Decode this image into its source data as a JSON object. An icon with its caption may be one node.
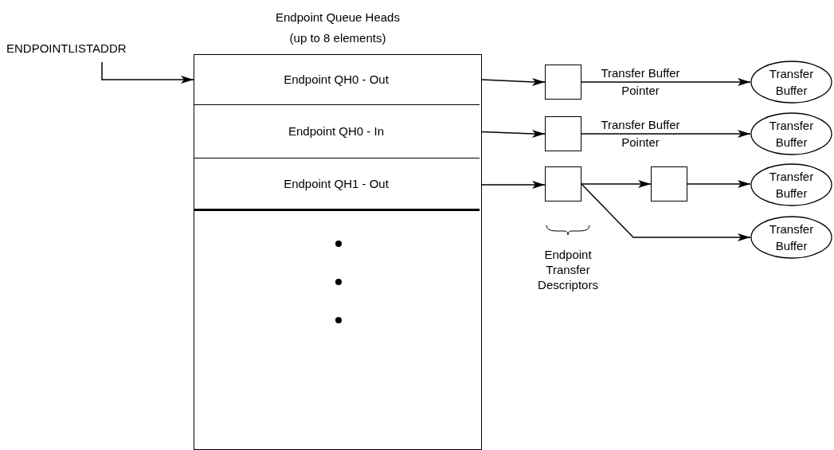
{
  "diagram": {
    "nodes": [
      {
        "text": [
          "ENDPOINTLISTADDR"
        ]
      },
      {
        "text": [
          "Endpoint Queue Heads (up to 8 elements)"
        ]
      },
      {
        "text": [
          "Endpoint QH0 - Out"
        ],
        "in": 1
      },
      {
        "text": [
          "Endpoint QH0 - In"
        ],
        "in": 1
      },
      {
        "text": [
          "Endpoint QH1 - Out"
        ],
        "in": 1
      },
      {
        "text": [],
        "shape": "box"
      },
      {
        "text": [],
        "shape": "box"
      },
      {
        "text": [],
        "shape": "box"
      },
      {
        "text": [],
        "shape": "box"
      },
      {
        "text": [
          "Transfer Buffer"
        ]
      },
      {
        "text": [
          "Transfer Buffer"
        ]
      },
      {
        "text": [
          "Transfer Buffer"
        ]
      },
      {
        "text": [
          "Transfer Buffer"
        ]
      }
    ],
    "edges": [
      {
        "from": 0,
        "to": 2,
        "arrow": "to"
      },
      {
        "from": 2,
        "to": 5,
        "arrow": "to"
      },
      {
        "from": 5,
        "to": 9,
        "arrow": "to",
        "label": "Transfer Buffer Pointer"
      },
      {
        "from": 3,
        "to": 6,
        "arrow": "to"
      },
      {
        "from": 6,
        "to": 10,
        "arrow": "to",
        "label": "Transfer Buffer Pointer"
      },
      {
        "from": 4,
        "to": 7,
        "arrow": "to"
      },
      {
        "from": 7,
        "to": 8,
        "arrow": "to"
      },
      {
        "from": 8,
        "to": 11,
        "arrow": "to"
      },
      {
        "from": 7,
        "to": 12,
        "arrow": "to"
      }
    ],
    "labels": [
      "Endpoint Transfer Descriptors"
    ]
  }
}
